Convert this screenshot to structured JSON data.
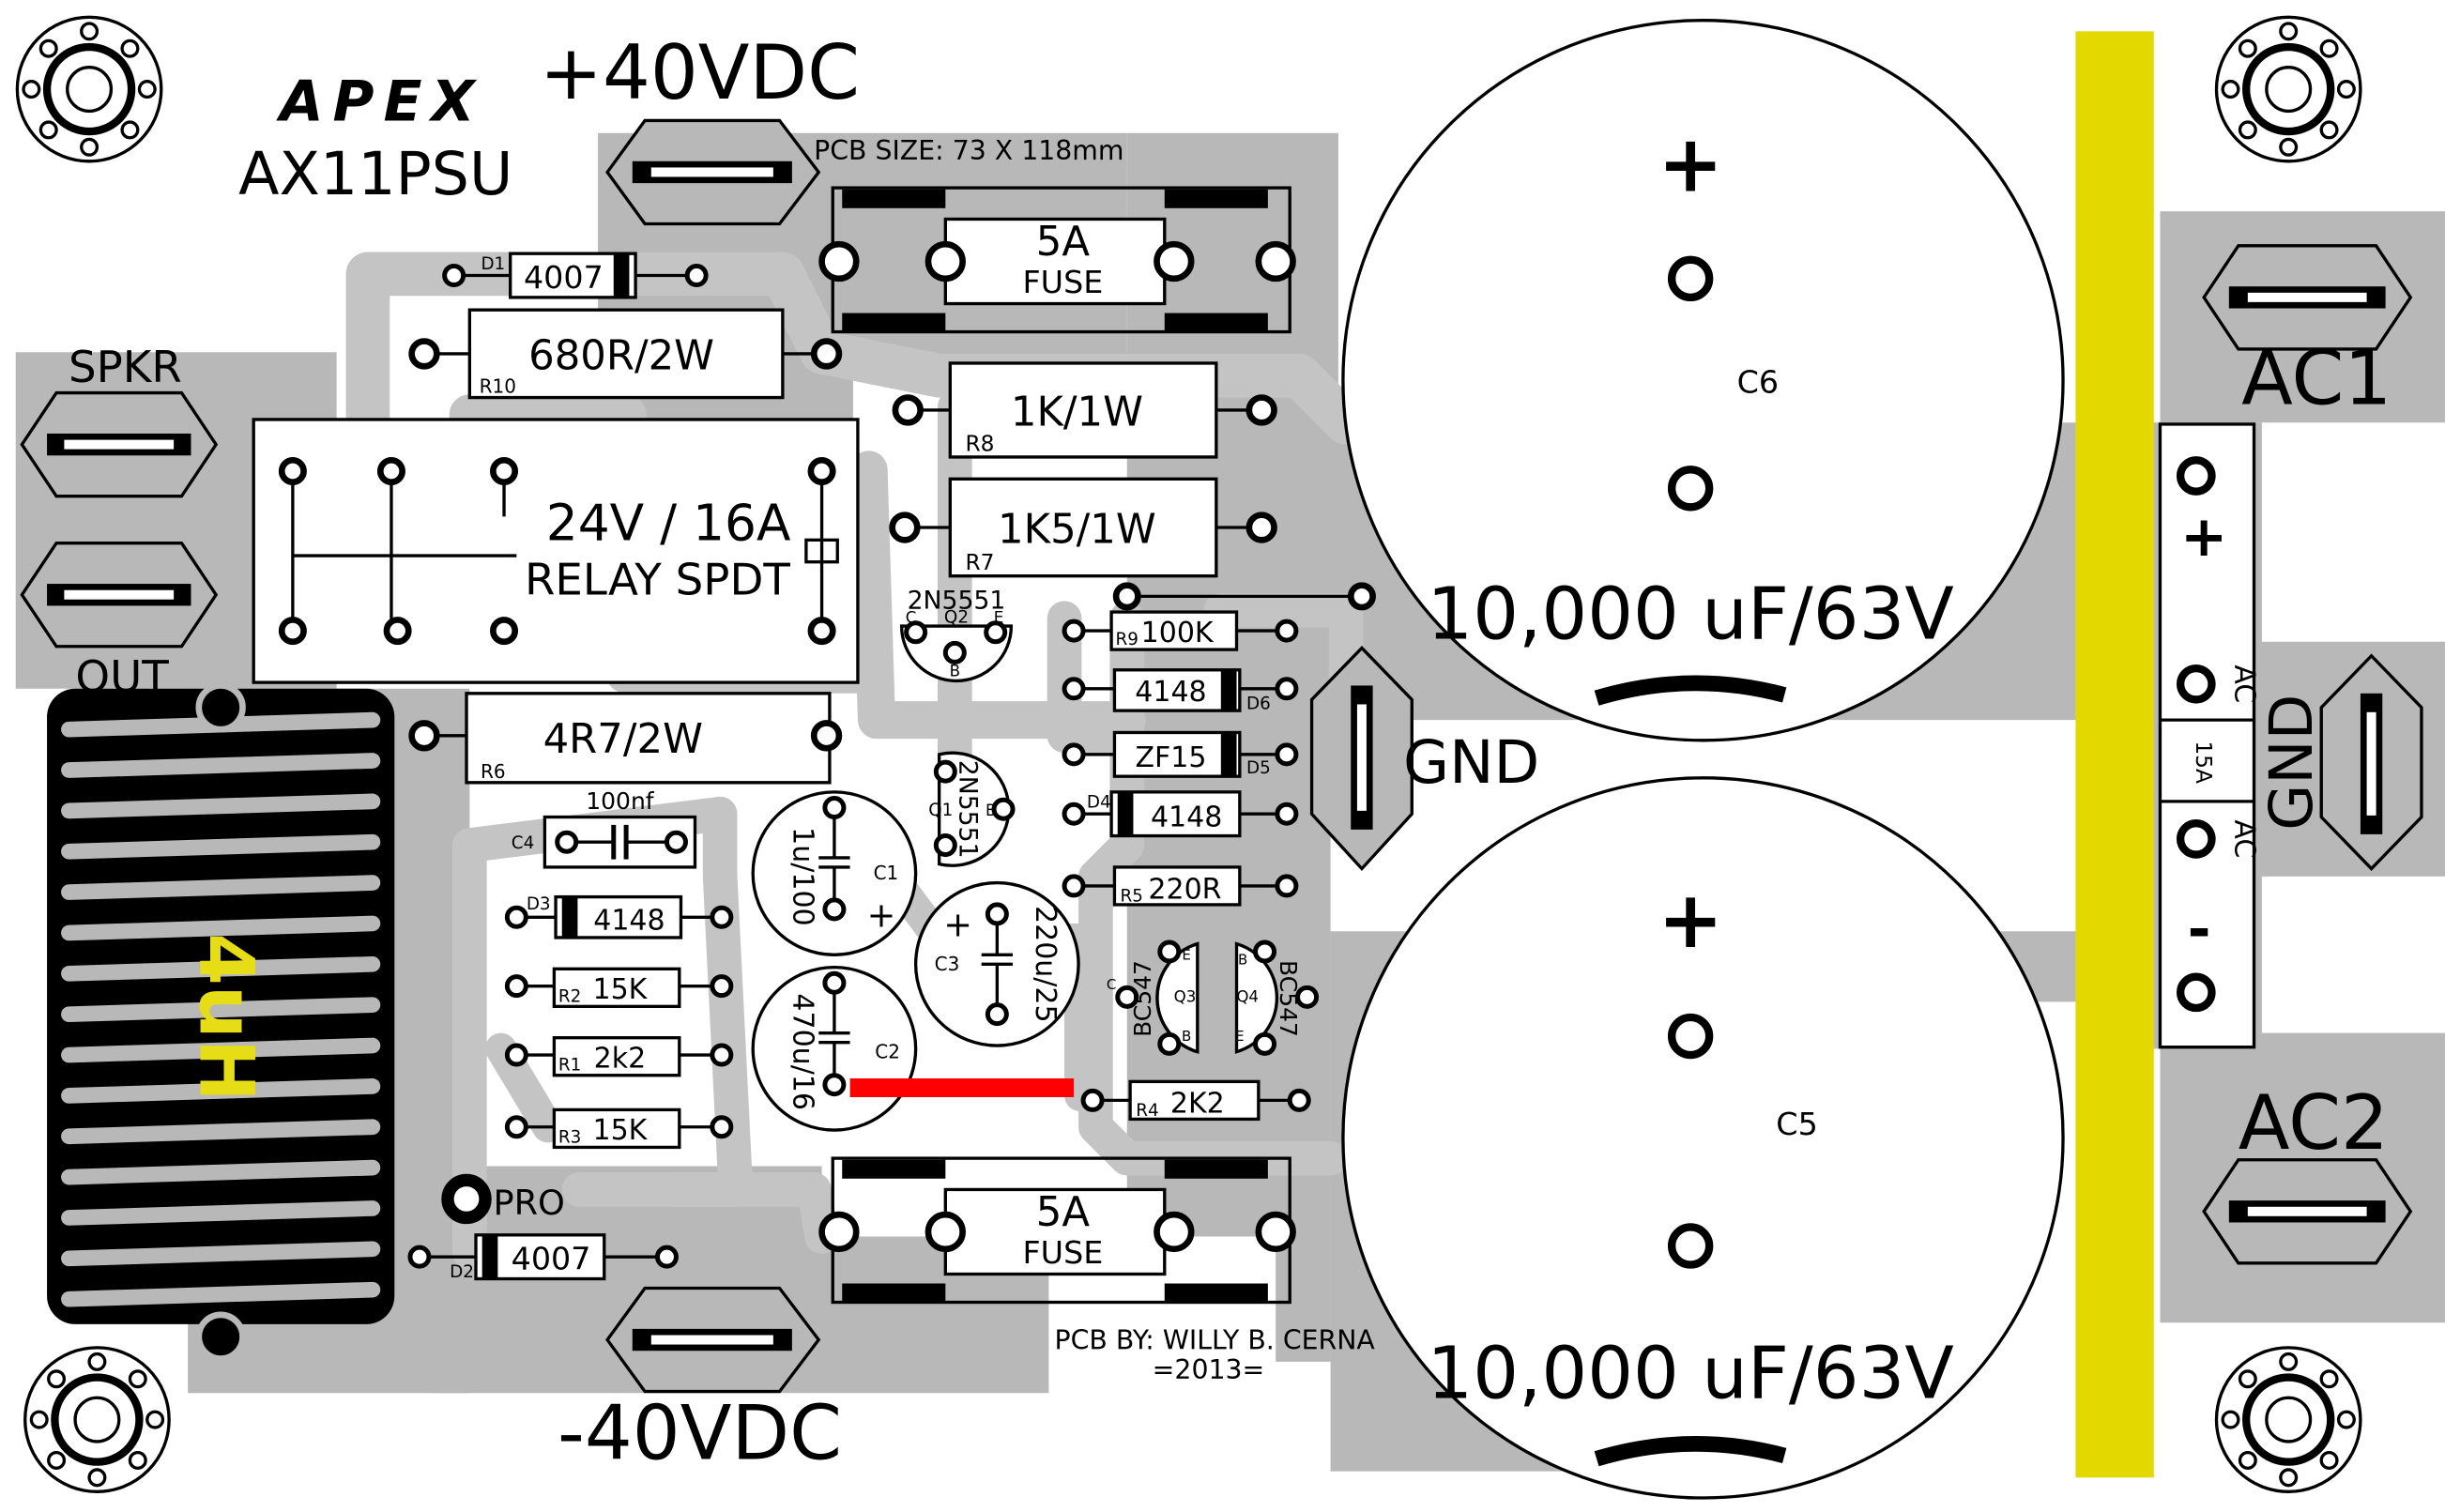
{
  "brand": {
    "logo": "APEX",
    "model": "AX11PSU",
    "pcb_size": "PCB SIZE: 73 X 118mm",
    "credit": "PCB BY: WILLY B. CERNA",
    "year": "=2013="
  },
  "terminals": {
    "pos40": "+40VDC",
    "neg40": "-40VDC",
    "spkr": "SPKR",
    "out": "OUT",
    "gnd_center": "GND",
    "gnd_right": "GND",
    "ac1": "AC1",
    "ac2": "AC2",
    "pro": "PRO"
  },
  "fuses": {
    "top": {
      "rating": "5A",
      "name": "FUSE"
    },
    "bottom": {
      "rating": "5A",
      "name": "FUSE"
    }
  },
  "relay": {
    "line1": "24V / 16A",
    "line2": "RELAY SPDT"
  },
  "capacitors": {
    "c6": {
      "ref": "C6",
      "value": "10,000 uF/63V",
      "plus": "+"
    },
    "c5": {
      "ref": "C5",
      "value": "10,000 uF/63V",
      "plus": "+"
    },
    "c1": {
      "ref": "C1",
      "value": "1u/100",
      "plus": "+"
    },
    "c2": {
      "ref": "C2",
      "value": "470u/16"
    },
    "c3": {
      "ref": "C3",
      "value": "220u/25",
      "plus": "+"
    },
    "c4": {
      "ref": "C4",
      "value": "100nf"
    }
  },
  "resistors": {
    "r10": {
      "ref": "R10",
      "value": "680R/2W"
    },
    "r8": {
      "ref": "R8",
      "value": "1K/1W"
    },
    "r7": {
      "ref": "R7",
      "value": "1K5/1W"
    },
    "r6": {
      "ref": "R6",
      "value": "4R7/2W"
    },
    "r9": {
      "ref": "R9",
      "value": "100K"
    },
    "r5": {
      "ref": "R5",
      "value": "220R"
    },
    "r4": {
      "ref": "R4",
      "value": "2K2"
    },
    "r2": {
      "ref": "R2",
      "value": "15K"
    },
    "r1": {
      "ref": "R1",
      "value": "2k2"
    },
    "r3": {
      "ref": "R3",
      "value": "15K"
    }
  },
  "diodes": {
    "d1": {
      "ref": "D1",
      "value": "4007"
    },
    "d2": {
      "ref": "D2",
      "value": "4007"
    },
    "d3": {
      "ref": "D3",
      "value": "4148"
    },
    "d4": {
      "ref": "D4",
      "value": "4148"
    },
    "d5": {
      "ref": "D5",
      "value": "ZF15"
    },
    "d6": {
      "ref": "D6",
      "value": "4148"
    }
  },
  "transistors": {
    "q1": {
      "ref": "Q1",
      "value": "2N5551",
      "pin": "B"
    },
    "q2": {
      "ref": "Q2",
      "value": "2N5551",
      "pin_c": "C",
      "pin_e": "E",
      "pin_b": "B"
    },
    "q3": {
      "ref": "Q3",
      "value": "BC547",
      "pin_c": "C",
      "pin_e": "E",
      "pin_b": "B"
    },
    "q4": {
      "ref": "Q4",
      "value": "BC547",
      "pin_b": "B",
      "pin_e": "E"
    }
  },
  "inductor": {
    "value": "4uH"
  },
  "bridge": {
    "plus": "+",
    "ac_a": "AC",
    "rating": "15A",
    "ac_b": "AC",
    "minus": "-"
  },
  "colors": {
    "board": "#ffffff",
    "copper": "#b8b8b8",
    "trace": "#c4c4c4",
    "ink": "#000000",
    "yellow_bar": "#e3d900",
    "inductor_yellow": "#e6dd16",
    "jumper_red": "#ff0000"
  }
}
